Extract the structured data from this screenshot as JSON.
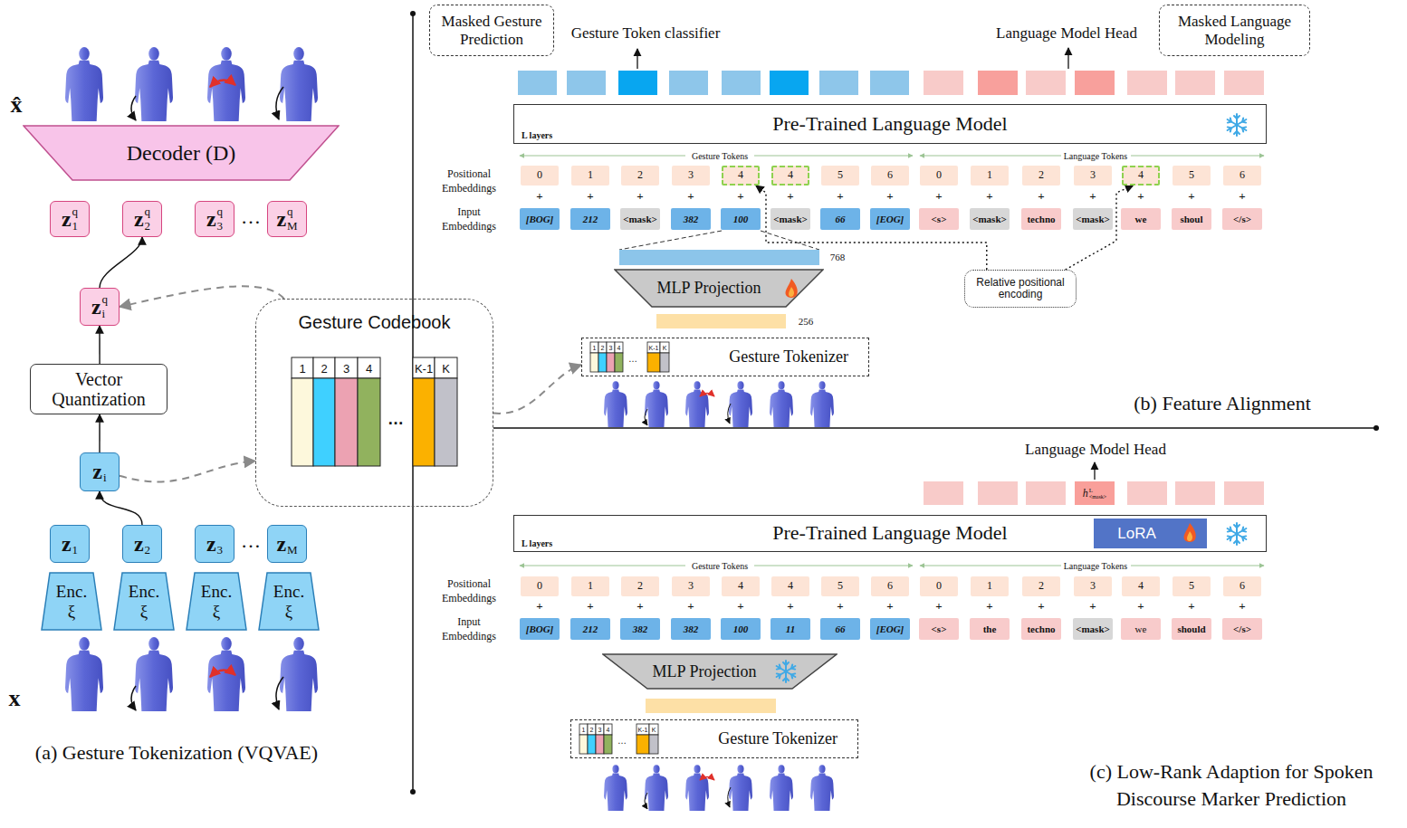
{
  "diagram": {
    "nodes": [
      {
        "text": [
          "Decoder (D)"
        ]
      },
      {
        "text": [
          "z",
          "q",
          "1"
        ]
      },
      {
        "text": [
          "z",
          "q",
          "2"
        ]
      },
      {
        "text": [
          "z",
          "q",
          "3"
        ]
      },
      {
        "text": [
          "z",
          "q",
          "M"
        ]
      },
      {
        "text": [
          "z",
          "q",
          "i"
        ]
      },
      {
        "text": [
          "Vector Quantization"
        ]
      },
      {
        "text": [
          "z",
          "i"
        ]
      },
      {
        "text": [
          "z",
          "1"
        ]
      },
      {
        "text": [
          "z",
          "2"
        ]
      },
      {
        "text": [
          "z",
          "3"
        ]
      },
      {
        "text": [
          "z",
          "M"
        ]
      },
      {
        "text": [
          "Enc. ξ"
        ]
      },
      {
        "text": [
          "Enc. ξ"
        ]
      },
      {
        "text": [
          "Enc. ξ"
        ]
      },
      {
        "text": [
          "Enc. ξ"
        ]
      },
      {
        "text": [
          "Gesture Codebook"
        ]
      },
      {
        "text": [
          "Masked Gesture Prediction"
        ]
      },
      {
        "text": [
          "Masked Language Modeling"
        ]
      },
      {
        "text": [
          "L layers",
          "Pre-Trained Language Model"
        ]
      },
      {
        "text": [
          "0"
        ]
      },
      {
        "text": [
          "1"
        ]
      },
      {
        "text": [
          "2"
        ]
      },
      {
        "text": [
          "3"
        ]
      },
      {
        "text": [
          "4"
        ]
      },
      {
        "text": [
          "4"
        ]
      },
      {
        "text": [
          "5"
        ]
      },
      {
        "text": [
          "6"
        ]
      },
      {
        "text": [
          "0"
        ]
      },
      {
        "text": [
          "1"
        ]
      },
      {
        "text": [
          "2"
        ]
      },
      {
        "text": [
          "3"
        ]
      },
      {
        "text": [
          "4"
        ]
      },
      {
        "text": [
          "5"
        ]
      },
      {
        "text": [
          "6"
        ]
      },
      {
        "text": [
          "[BOG]"
        ]
      },
      {
        "text": [
          "212"
        ]
      },
      {
        "text": [
          "<mask>"
        ]
      },
      {
        "text": [
          "382"
        ]
      },
      {
        "text": [
          "100"
        ]
      },
      {
        "text": [
          "<mask>"
        ]
      },
      {
        "text": [
          "66"
        ]
      },
      {
        "text": [
          "[EOG]"
        ]
      },
      {
        "text": [
          "<s>"
        ]
      },
      {
        "text": [
          "<mask>"
        ]
      },
      {
        "text": [
          "techno"
        ]
      },
      {
        "text": [
          "<mask>"
        ]
      },
      {
        "text": [
          "we"
        ]
      },
      {
        "text": [
          "shoul"
        ]
      },
      {
        "text": [
          "</s>"
        ]
      },
      {
        "text": [
          "MLP Projection"
        ]
      },
      {
        "text": [
          "Gesture Tokenizer"
        ]
      },
      {
        "text": [
          "Relative positional encoding"
        ]
      },
      {
        "text": [
          "h",
          "L",
          "<mask>"
        ]
      },
      {
        "text": [
          "L layers",
          "Pre-Trained Language Model"
        ]
      },
      {
        "text": [
          "LoRA"
        ],
        "in": 54
      },
      {
        "text": [
          "0"
        ]
      },
      {
        "text": [
          "1"
        ]
      },
      {
        "text": [
          "2"
        ]
      },
      {
        "text": [
          "3"
        ]
      },
      {
        "text": [
          "4"
        ]
      },
      {
        "text": [
          "4"
        ]
      },
      {
        "text": [
          "5"
        ]
      },
      {
        "text": [
          "6"
        ]
      },
      {
        "text": [
          "0"
        ]
      },
      {
        "text": [
          "1"
        ]
      },
      {
        "text": [
          "2"
        ]
      },
      {
        "text": [
          "3"
        ]
      },
      {
        "text": [
          "4"
        ]
      },
      {
        "text": [
          "5"
        ]
      },
      {
        "text": [
          "6"
        ]
      },
      {
        "text": [
          "[BOG]"
        ]
      },
      {
        "text": [
          "212"
        ]
      },
      {
        "text": [
          "382"
        ]
      },
      {
        "text": [
          "382"
        ]
      },
      {
        "text": [
          "100"
        ]
      },
      {
        "text": [
          "11"
        ]
      },
      {
        "text": [
          "66"
        ]
      },
      {
        "text": [
          "[EOG]"
        ]
      },
      {
        "text": [
          "<s>"
        ]
      },
      {
        "text": [
          "the"
        ]
      },
      {
        "text": [
          "techno"
        ]
      },
      {
        "text": [
          "<mask>"
        ]
      },
      {
        "text": [
          "we"
        ]
      },
      {
        "text": [
          "should"
        ]
      },
      {
        "text": [
          "</s>"
        ]
      },
      {
        "text": [
          "MLP Projection"
        ]
      },
      {
        "text": [
          "Gesture Tokenizer"
        ]
      }
    ],
    "edges": [
      {
        "from": 9,
        "to": 7,
        "arrow": "to"
      },
      {
        "from": 7,
        "to": 6,
        "arrow": "to"
      },
      {
        "from": 6,
        "to": 5,
        "arrow": "to"
      },
      {
        "from": 5,
        "to": 2,
        "arrow": "to"
      },
      {
        "from": 7,
        "to": 16,
        "arrow": "to"
      },
      {
        "from": 16,
        "to": 5,
        "arrow": "to"
      },
      {
        "from": 16,
        "to": 51,
        "arrow": "to"
      },
      {
        "from": 52,
        "to": 24,
        "arrow": "to"
      },
      {
        "from": 52,
        "to": 32,
        "arrow": "to"
      }
    ],
    "labels": [
      "x̂",
      "…",
      "…",
      "x",
      "(a) Gesture Tokenization (VQVAE)",
      "1",
      "2",
      "3",
      "4",
      "…",
      "K-1",
      "K",
      "Gesture Token classifier",
      "Language Model Head",
      "Gesture Tokens",
      "Language Tokens",
      "Positional Embeddings",
      "Input Embeddings",
      "+",
      "+",
      "+",
      "+",
      "+",
      "+",
      "+",
      "+",
      "+",
      "+",
      "+",
      "+",
      "+",
      "+",
      "+",
      "768",
      "256",
      "1",
      "2",
      "3",
      "4",
      "…",
      "K-1",
      "K",
      "(b) Feature Alignment",
      "Language Model Head",
      "Gesture Tokens",
      "Language Tokens",
      "Positional Embeddings",
      "Input Embeddings",
      "+",
      "+",
      "+",
      "+",
      "+",
      "+",
      "+",
      "+",
      "+",
      "+",
      "+",
      "+",
      "+",
      "+",
      "+",
      "1",
      "2",
      "3",
      "4",
      "…",
      "K-1",
      "K",
      "(c) Low-Rank Adaption for Spoken Discourse Marker Prediction"
    ]
  }
}
